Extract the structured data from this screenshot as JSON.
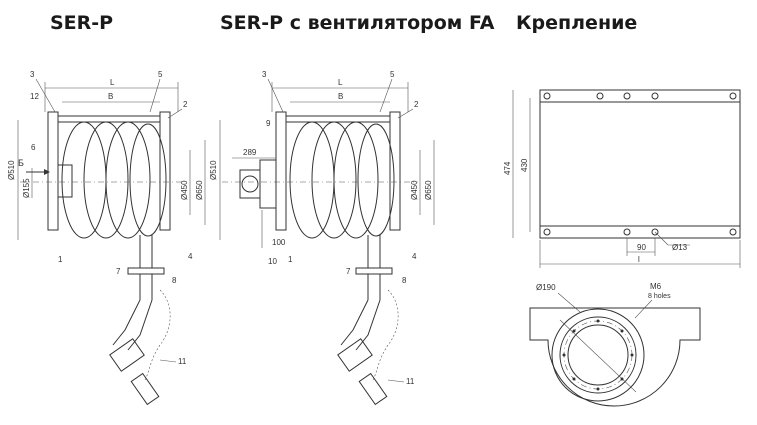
{
  "titles": {
    "ser_p": "SER-P",
    "ser_p_fan": "SER-P с вентилятором FA",
    "mount": "Крепление"
  },
  "left": {
    "callouts": [
      "3",
      "5",
      "12",
      "2",
      "6",
      "1",
      "7",
      "4",
      "8",
      "11"
    ],
    "dims": {
      "L": "L",
      "B": "B",
      "d510": "Ø510",
      "d155": "Ø155",
      "d450": "Ø450",
      "d650": "Ø650",
      "arrow": "Б"
    }
  },
  "middle": {
    "callouts": [
      "3",
      "5",
      "9",
      "2",
      "1",
      "7",
      "4",
      "8",
      "11"
    ],
    "dims": {
      "L": "L",
      "B": "B",
      "d510": "Ø510",
      "d450": "Ø450",
      "d650": "Ø650",
      "w289": "289",
      "h100": "100",
      "h10": "10"
    }
  },
  "mount": {
    "dims": {
      "h474": "474",
      "h430": "430",
      "w90": "90",
      "d13": "Ø13",
      "l": "l"
    },
    "flange": {
      "d190": "Ø190",
      "thread": "M6",
      "holes": "8 holes"
    }
  }
}
